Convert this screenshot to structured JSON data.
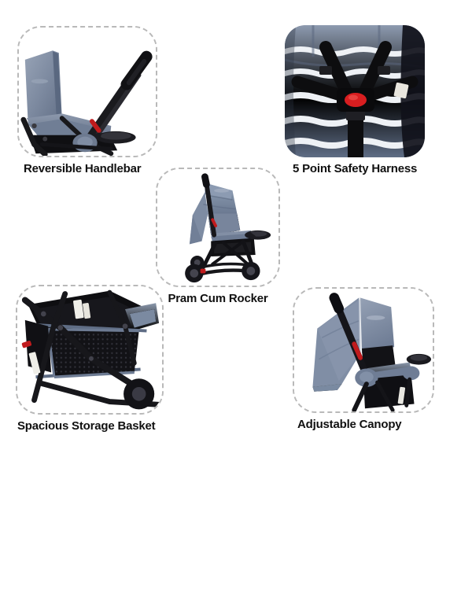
{
  "background_color": "#ffffff",
  "theme": {
    "dash_border_color": "#b9b9b9",
    "caption_color": "#111111",
    "denim_blue": "#7d8aa0",
    "denim_dark": "#5c6a82",
    "denim_light": "#9aa6ba",
    "frame_black": "#151515",
    "accent_red": "#d81e20",
    "stripe_white": "#f2f4f7"
  },
  "panels": [
    {
      "id": "reversible-handlebar",
      "caption": "Reversible Handlebar",
      "image": "stroller-seat-with-reversed-handlebar"
    },
    {
      "id": "safety-harness",
      "caption": "5 Point Safety Harness",
      "image": "striped-seat-with-five-point-harness-and-red-buckle"
    },
    {
      "id": "pram-cum-rocker",
      "caption": "Pram Cum Rocker",
      "image": "side-view-stroller-with-canopy-and-rocker-base"
    },
    {
      "id": "storage-basket",
      "caption": "Spacious Storage Basket",
      "image": "black-mesh-basket-under-stroller-frame"
    },
    {
      "id": "adjustable-canopy",
      "caption": "Adjustable Canopy",
      "image": "stroller-with-extended-denim-canopy"
    }
  ]
}
